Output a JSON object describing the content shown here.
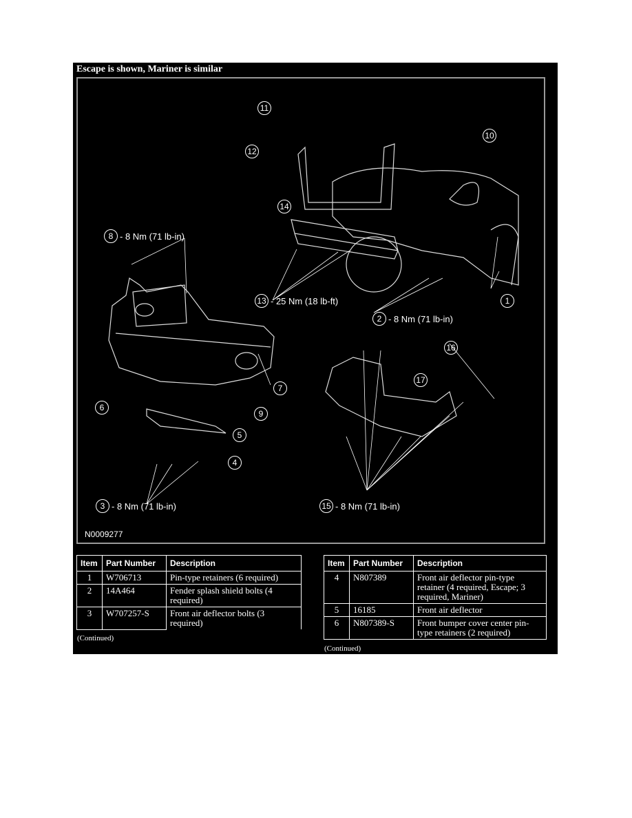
{
  "title": "Escape is shown, Mariner is similar",
  "figure_id": "N0009277",
  "callouts": [
    {
      "n": "11",
      "label": ""
    },
    {
      "n": "12",
      "label": ""
    },
    {
      "n": "10",
      "label": ""
    },
    {
      "n": "14",
      "label": ""
    },
    {
      "n": "8",
      "label": "- 8 Nm (71 lb-in)"
    },
    {
      "n": "13",
      "label": "- 25 Nm (18 lb-ft)"
    },
    {
      "n": "2",
      "label": "- 8 Nm (71 lb-in)"
    },
    {
      "n": "1",
      "label": ""
    },
    {
      "n": "16",
      "label": ""
    },
    {
      "n": "17",
      "label": ""
    },
    {
      "n": "7",
      "label": ""
    },
    {
      "n": "6",
      "label": ""
    },
    {
      "n": "9",
      "label": ""
    },
    {
      "n": "5",
      "label": ""
    },
    {
      "n": "4",
      "label": ""
    },
    {
      "n": "3",
      "label": "- 8 Nm (71 lb-in)"
    },
    {
      "n": "15",
      "label": "- 8 Nm (71 lb-in)"
    }
  ],
  "table_headers": [
    "Item",
    "Part Number",
    "Description"
  ],
  "table_left": [
    [
      "1",
      "W706713",
      "Pin-type retainers (6 required)"
    ],
    [
      "2",
      "14A464",
      "Fender splash shield bolts (4 required)"
    ],
    [
      "3",
      "W707257-S",
      "Front air deflector bolts (3 required)"
    ]
  ],
  "table_right": [
    [
      "4",
      "N807389",
      "Front air deflector pin-type retainer (4 required, Escape; 3 required, Mariner)"
    ],
    [
      "5",
      "16185",
      "Front air deflector"
    ],
    [
      "6",
      "N807389-S",
      "Front bumper cover center pin-type retainers (2 required)"
    ]
  ],
  "continued": "(Continued)"
}
